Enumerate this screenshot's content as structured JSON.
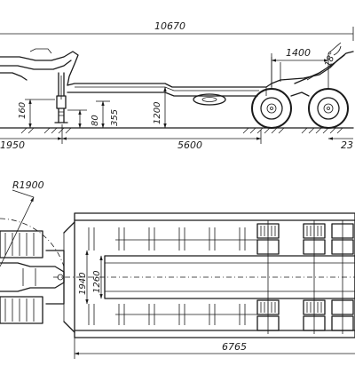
{
  "side_view": {
    "overall_length": "10670",
    "axle_spacing": "1400",
    "angle": "18°",
    "height_160": "160",
    "height_80": "80",
    "height_355": "355",
    "deck_height": "1200",
    "front_overhang": "1950",
    "deck_length": "5600",
    "rear_dim": "23"
  },
  "plan_view": {
    "turn_radius": "R1900",
    "width_1940": "1940",
    "width_1260": "1260",
    "length": "6765"
  }
}
